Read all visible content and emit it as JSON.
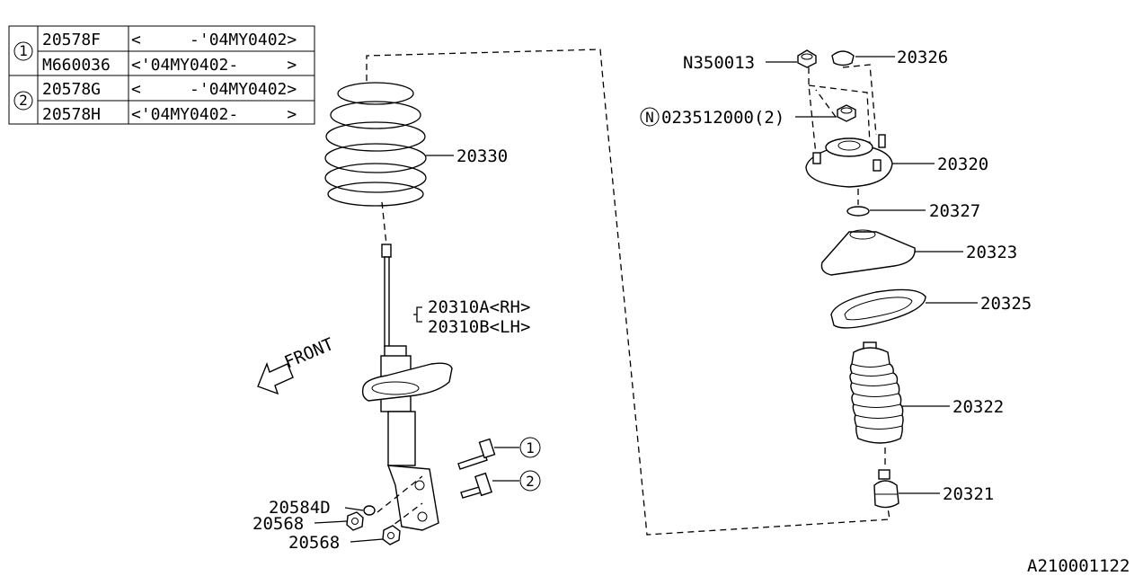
{
  "legend": {
    "rows": [
      {
        "marker": "1",
        "part": "20578F",
        "range": "<     -'04MY0402>"
      },
      {
        "marker": "1",
        "part": "M660036",
        "range": "<'04MY0402-     >"
      },
      {
        "marker": "2",
        "part": "20578G",
        "range": "<     -'04MY0402>"
      },
      {
        "marker": "2",
        "part": "20578H",
        "range": "<'04MY0402-     >"
      }
    ],
    "markers": [
      "1",
      "2"
    ]
  },
  "labels": {
    "p20330": "20330",
    "p20310a": "20310A<RH>",
    "p20310b": "20310B<LH>",
    "front": "FRONT",
    "callout1": "1",
    "callout2": "2",
    "p20584d": "20584D",
    "p20568a": "20568",
    "p20568b": "20568",
    "n350013": "N350013",
    "p20326": "20326",
    "n_marker": "N",
    "p023512000": "023512000(2)",
    "p20320": "20320",
    "p20327": "20327",
    "p20323": "20323",
    "p20325": "20325",
    "p20322": "20322",
    "p20321": "20321",
    "diagram_id": "A210001122"
  }
}
